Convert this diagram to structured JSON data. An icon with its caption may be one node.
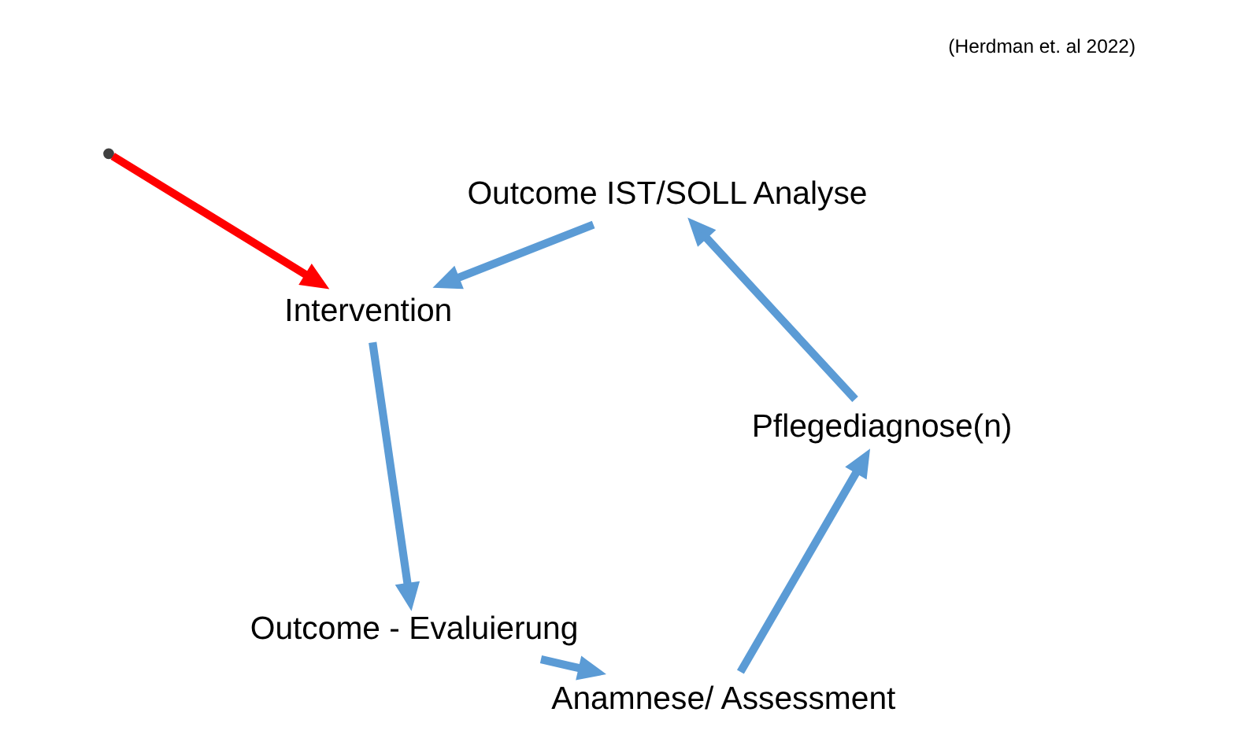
{
  "diagram": {
    "nodes": [
      {
        "text": [
          "Outcome - Evaluierung"
        ]
      },
      {
        "text": [
          "Anamnese/ Assessment"
        ]
      },
      {
        "text": [
          "Pflegediagnose(n)"
        ]
      },
      {
        "text": [
          "Outcome IST/SOLL Analyse"
        ]
      },
      {
        "text": [
          "Intervention"
        ]
      }
    ],
    "edges": [
      {
        "from": 0,
        "to": 1,
        "arrow": "to"
      },
      {
        "from": 1,
        "to": 2,
        "arrow": "to"
      },
      {
        "from": 2,
        "to": 3,
        "arrow": "to"
      },
      {
        "from": 3,
        "to": 4,
        "arrow": "to"
      },
      {
        "from": 4,
        "to": 0,
        "arrow": "to"
      },
      {
        "from": null,
        "to": 4,
        "arrow": "to",
        "color": "#ff0000"
      }
    ],
    "labels": [
      "(Herdman et. al 2022)"
    ]
  }
}
